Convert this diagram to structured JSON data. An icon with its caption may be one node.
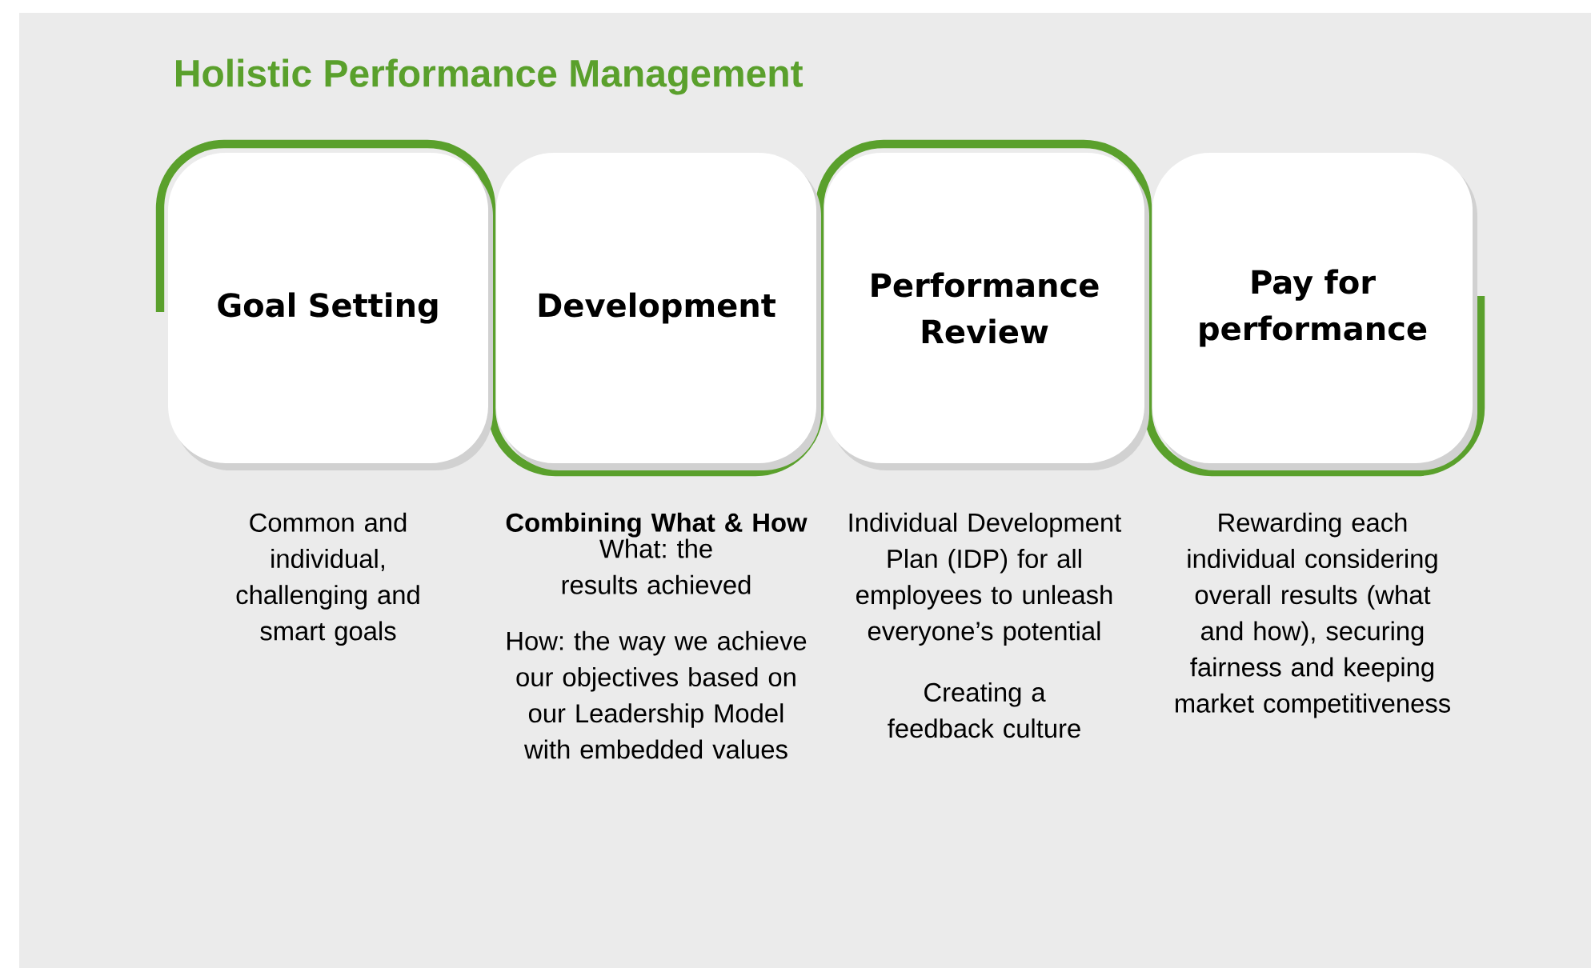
{
  "diagram": {
    "title": "Holistic Performance Management",
    "nodes": [
      {
        "text": [
          "Goal Setting"
        ],
        "beside": [
          "Common and individual, challenging and smart goals"
        ]
      },
      {
        "text": [
          "Development"
        ],
        "beside": [
          "**Combining What & How**",
          "What: the results achieved",
          "How: the way we achieve our objectives based on our Leadership Model with embedded values"
        ]
      },
      {
        "text": [
          "Performance Review"
        ],
        "beside": [
          "Individual Development Plan (IDP) for all employees to unleash everyone’s potential",
          "Creating a feedback culture"
        ]
      },
      {
        "text": [
          "Pay for performance"
        ],
        "beside": [
          "Rewarding each individual considering overall results (what and how), securing fairness and keeping market competitiveness"
        ]
      }
    ]
  }
}
